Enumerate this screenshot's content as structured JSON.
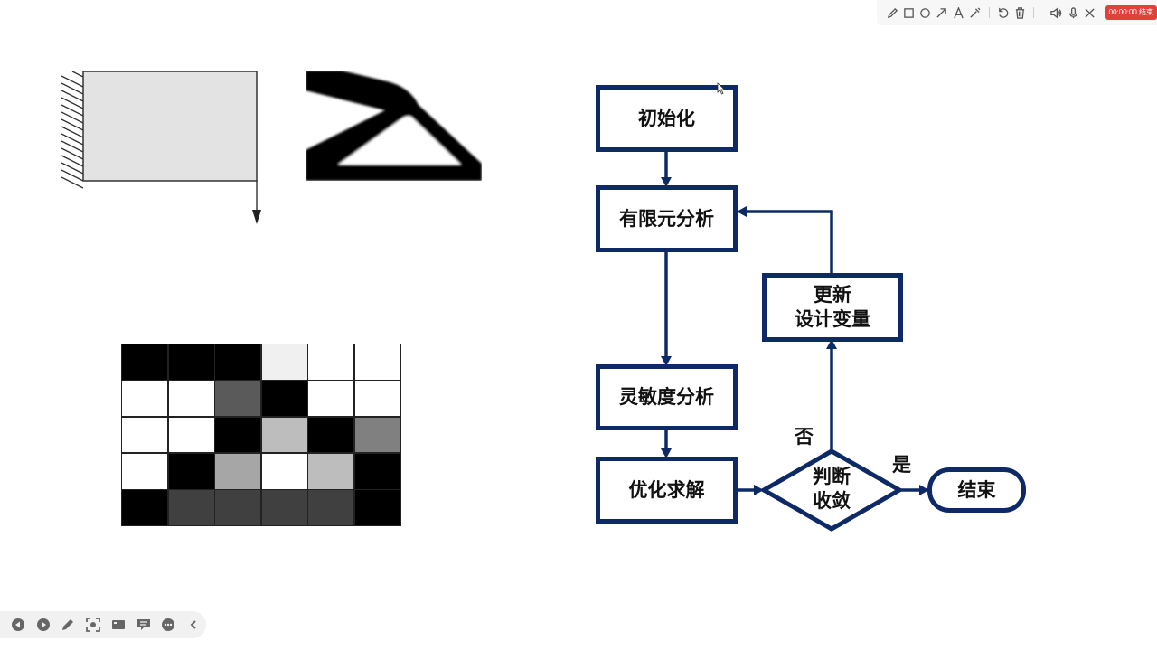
{
  "top_toolbar": {
    "tools": [
      {
        "name": "pen",
        "icon": "pencil-icon"
      },
      {
        "name": "rectangle",
        "icon": "rectangle-icon"
      },
      {
        "name": "circle",
        "icon": "circle-icon"
      },
      {
        "name": "arrow",
        "icon": "arrow-icon"
      },
      {
        "name": "text",
        "icon": "text-icon",
        "glyph": "A"
      },
      {
        "name": "laser",
        "icon": "magic-wand-icon"
      },
      {
        "name": "undo",
        "icon": "undo-icon"
      },
      {
        "name": "clear",
        "icon": "trash-icon"
      },
      {
        "name": "speaker",
        "icon": "speaker-icon"
      },
      {
        "name": "microphone",
        "icon": "microphone-icon"
      },
      {
        "name": "close",
        "icon": "close-icon"
      }
    ],
    "record_badge": "00:00:00 结束",
    "badge_color": "#e0413a"
  },
  "bottom_toolbar": {
    "buttons": [
      {
        "name": "previous",
        "icon": "prev-icon"
      },
      {
        "name": "next",
        "icon": "next-icon"
      },
      {
        "name": "pen",
        "icon": "pen-icon"
      },
      {
        "name": "screenshot",
        "icon": "screenshot-icon"
      },
      {
        "name": "camera",
        "icon": "camera-icon"
      },
      {
        "name": "comment",
        "icon": "comment-icon"
      },
      {
        "name": "more",
        "icon": "more-icon"
      },
      {
        "name": "collapse",
        "icon": "chevron-left-icon"
      }
    ]
  },
  "density_grid": {
    "rows": 5,
    "cols": 6,
    "cells": [
      [
        "#000000",
        "#000000",
        "#000000",
        "#f0f0f0",
        "#ffffff",
        "#ffffff"
      ],
      [
        "#ffffff",
        "#ffffff",
        "#5a5a5a",
        "#000000",
        "#ffffff",
        "#ffffff"
      ],
      [
        "#ffffff",
        "#ffffff",
        "#000000",
        "#bdbdbd",
        "#000000",
        "#808080"
      ],
      [
        "#ffffff",
        "#000000",
        "#a6a6a6",
        "#ffffff",
        "#bdbdbd",
        "#000000"
      ],
      [
        "#000000",
        "#404040",
        "#404040",
        "#404040",
        "#404040",
        "#000000"
      ]
    ]
  },
  "flowchart": {
    "color": "#0d2a66",
    "nodes": {
      "init": "初始化",
      "fea": "有限元分析",
      "sensitivity": "灵敏度分析",
      "solve": "优化求解",
      "converge_line1": "判断",
      "converge_line2": "收敛",
      "update_line1": "更新",
      "update_line2": "设计变量",
      "end": "结束"
    },
    "labels": {
      "no": "否",
      "yes": "是"
    }
  }
}
